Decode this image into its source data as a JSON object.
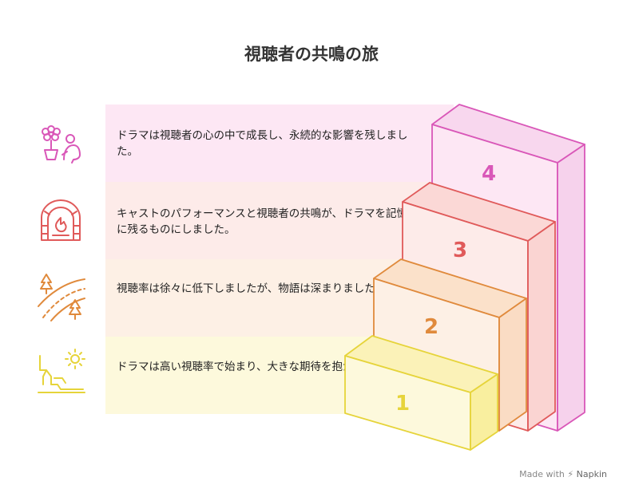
{
  "title": "視聴者の共鳴の旅",
  "steps": [
    {
      "number": "1",
      "text": "ドラマは高い視聴率で始まり、大きな期待を抱かせました。",
      "icon": "sunrise-cliff-icon",
      "color": "#e6d43a"
    },
    {
      "number": "2",
      "text": "視聴率は徐々に低下しましたが、物語は深まりました。",
      "icon": "winding-road-trees-icon",
      "color": "#e08a3c"
    },
    {
      "number": "3",
      "text": "キャストのパフォーマンスと視聴者の共鳴が、ドラマを記憶に残るものにしました。",
      "icon": "fireplace-icon",
      "color": "#e05a5a"
    },
    {
      "number": "4",
      "text": "ドラマは視聴者の心の中で成長し、永続的な影響を残しました。",
      "icon": "flower-person-icon",
      "color": "#d957b8"
    }
  ],
  "footer": {
    "made_with": "Made with",
    "brand": "Napkin"
  }
}
